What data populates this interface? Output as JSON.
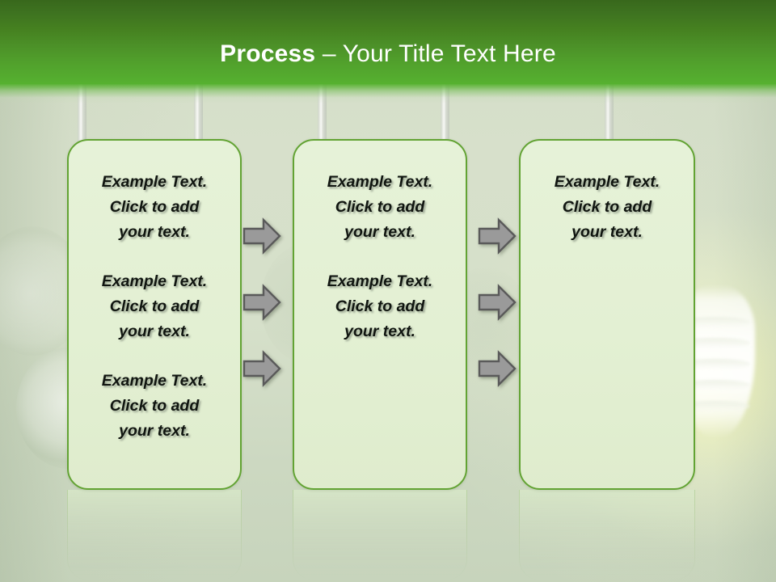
{
  "slide": {
    "title_bold": "Process",
    "title_rest": " – Your Title Text Here",
    "accent_green": "#56b130",
    "title_dark_green": "#38681c",
    "box_border": "#62a333",
    "box_fill": "#e4f0d5",
    "arrow_fill": "#9a9a9a",
    "arrow_stroke": "#5a5a5a",
    "background": "#d3ddc7",
    "text_color": "#101510"
  },
  "boxes": [
    {
      "id": "box-1",
      "paragraphs": [
        "Example Text.\nClick  to add\nyour text.",
        "Example Text.\nClick  to add\nyour text.",
        "Example Text.\nClick  to add\nyour text."
      ]
    },
    {
      "id": "box-2",
      "paragraphs": [
        "Example Text.\nClick  to add\nyour text.",
        "Example Text.\nClick  to add\nyour text."
      ]
    },
    {
      "id": "box-3",
      "paragraphs": [
        "Example Text.\nClick  to add\nyour text."
      ]
    }
  ],
  "arrows": {
    "count_per_column": 3,
    "columns": 2,
    "direction": "right"
  },
  "decor": {
    "bulb_watermarks": 5,
    "hanging_rods": 4
  }
}
